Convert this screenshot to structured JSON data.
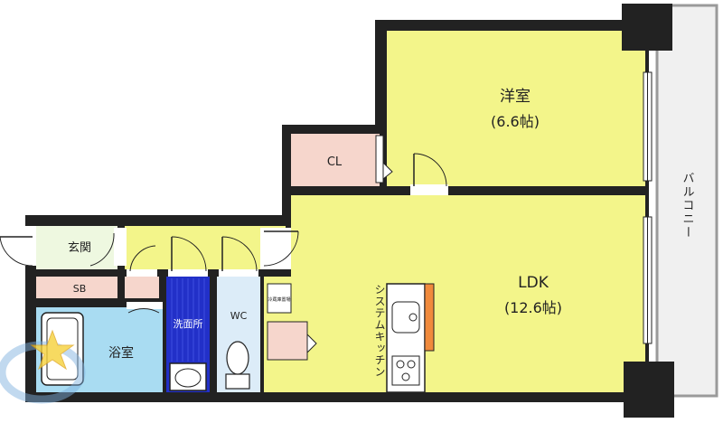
{
  "colors": {
    "wall": "#222222",
    "yellow": "#f3f58a",
    "pink": "#f6d6cc",
    "green": "#eef8e0",
    "blue_bath": "#a9dcf2",
    "blue_wash": "#2230c8",
    "wc": "#dcecf8",
    "balcony": "#f0f0f0",
    "kitchen_orange": "#f08a3c",
    "watermark": "#7fb0e0",
    "star": "#f6d23a"
  },
  "rooms": {
    "western": {
      "name": "洋室",
      "size": "(6.6帖)"
    },
    "ldk": {
      "name": "LDK",
      "size": "(12.6帖)"
    },
    "closet": "CL",
    "entrance": "玄関",
    "shoebox": "SB",
    "bathroom": "浴室",
    "washroom": "洗面所",
    "toilet": "WC",
    "fridge": "冷蔵庫置場",
    "kitchen": "システムキッチン",
    "balcony": "バルコニー"
  }
}
